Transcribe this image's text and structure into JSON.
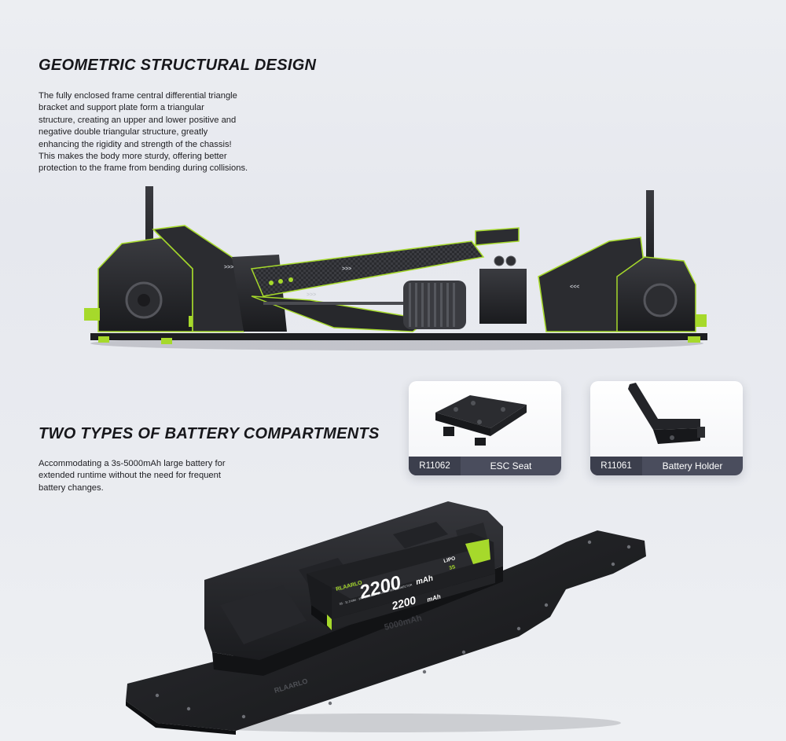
{
  "section1": {
    "title": "GEOMETRIC STRUCTURAL DESIGN",
    "paragraph_lines": [
      "The fully enclosed frame central differential triangle",
      "bracket and support plate form a triangular",
      "structure, creating an upper and lower positive and",
      "negative double triangular structure, greatly",
      "enhancing the rigidity and strength of the chassis!",
      "This makes the body more sturdy, offering better",
      "protection to the frame from bending during collisions."
    ]
  },
  "section2": {
    "title": "TWO TYPES OF BATTERY COMPARTMENTS",
    "paragraph_lines": [
      "Accommodating a 3s-5000mAh large battery for",
      "extended runtime without the need for frequent",
      "battery changes."
    ]
  },
  "parts": [
    {
      "code": "R11062",
      "name": "ESC Seat"
    },
    {
      "code": "R11061",
      "name": "Battery Holder"
    }
  ],
  "battery": {
    "brand": "RLAARLO",
    "capacity": "2200",
    "unit": "mAh",
    "chem": "LIPO",
    "cells": "3S",
    "spec": "3S · 11.1Volts · 30C Burstrate · 3-Cell · XT60 CONNECTOR",
    "side_capacity": "2200",
    "side_unit": "mAh",
    "shadow_text": "5000mAh"
  },
  "chassis_mark": "RLAARLO",
  "colors": {
    "accent": "#a6d92b",
    "dark": "#1e1f22",
    "part_bar": "#4a4d5d"
  }
}
